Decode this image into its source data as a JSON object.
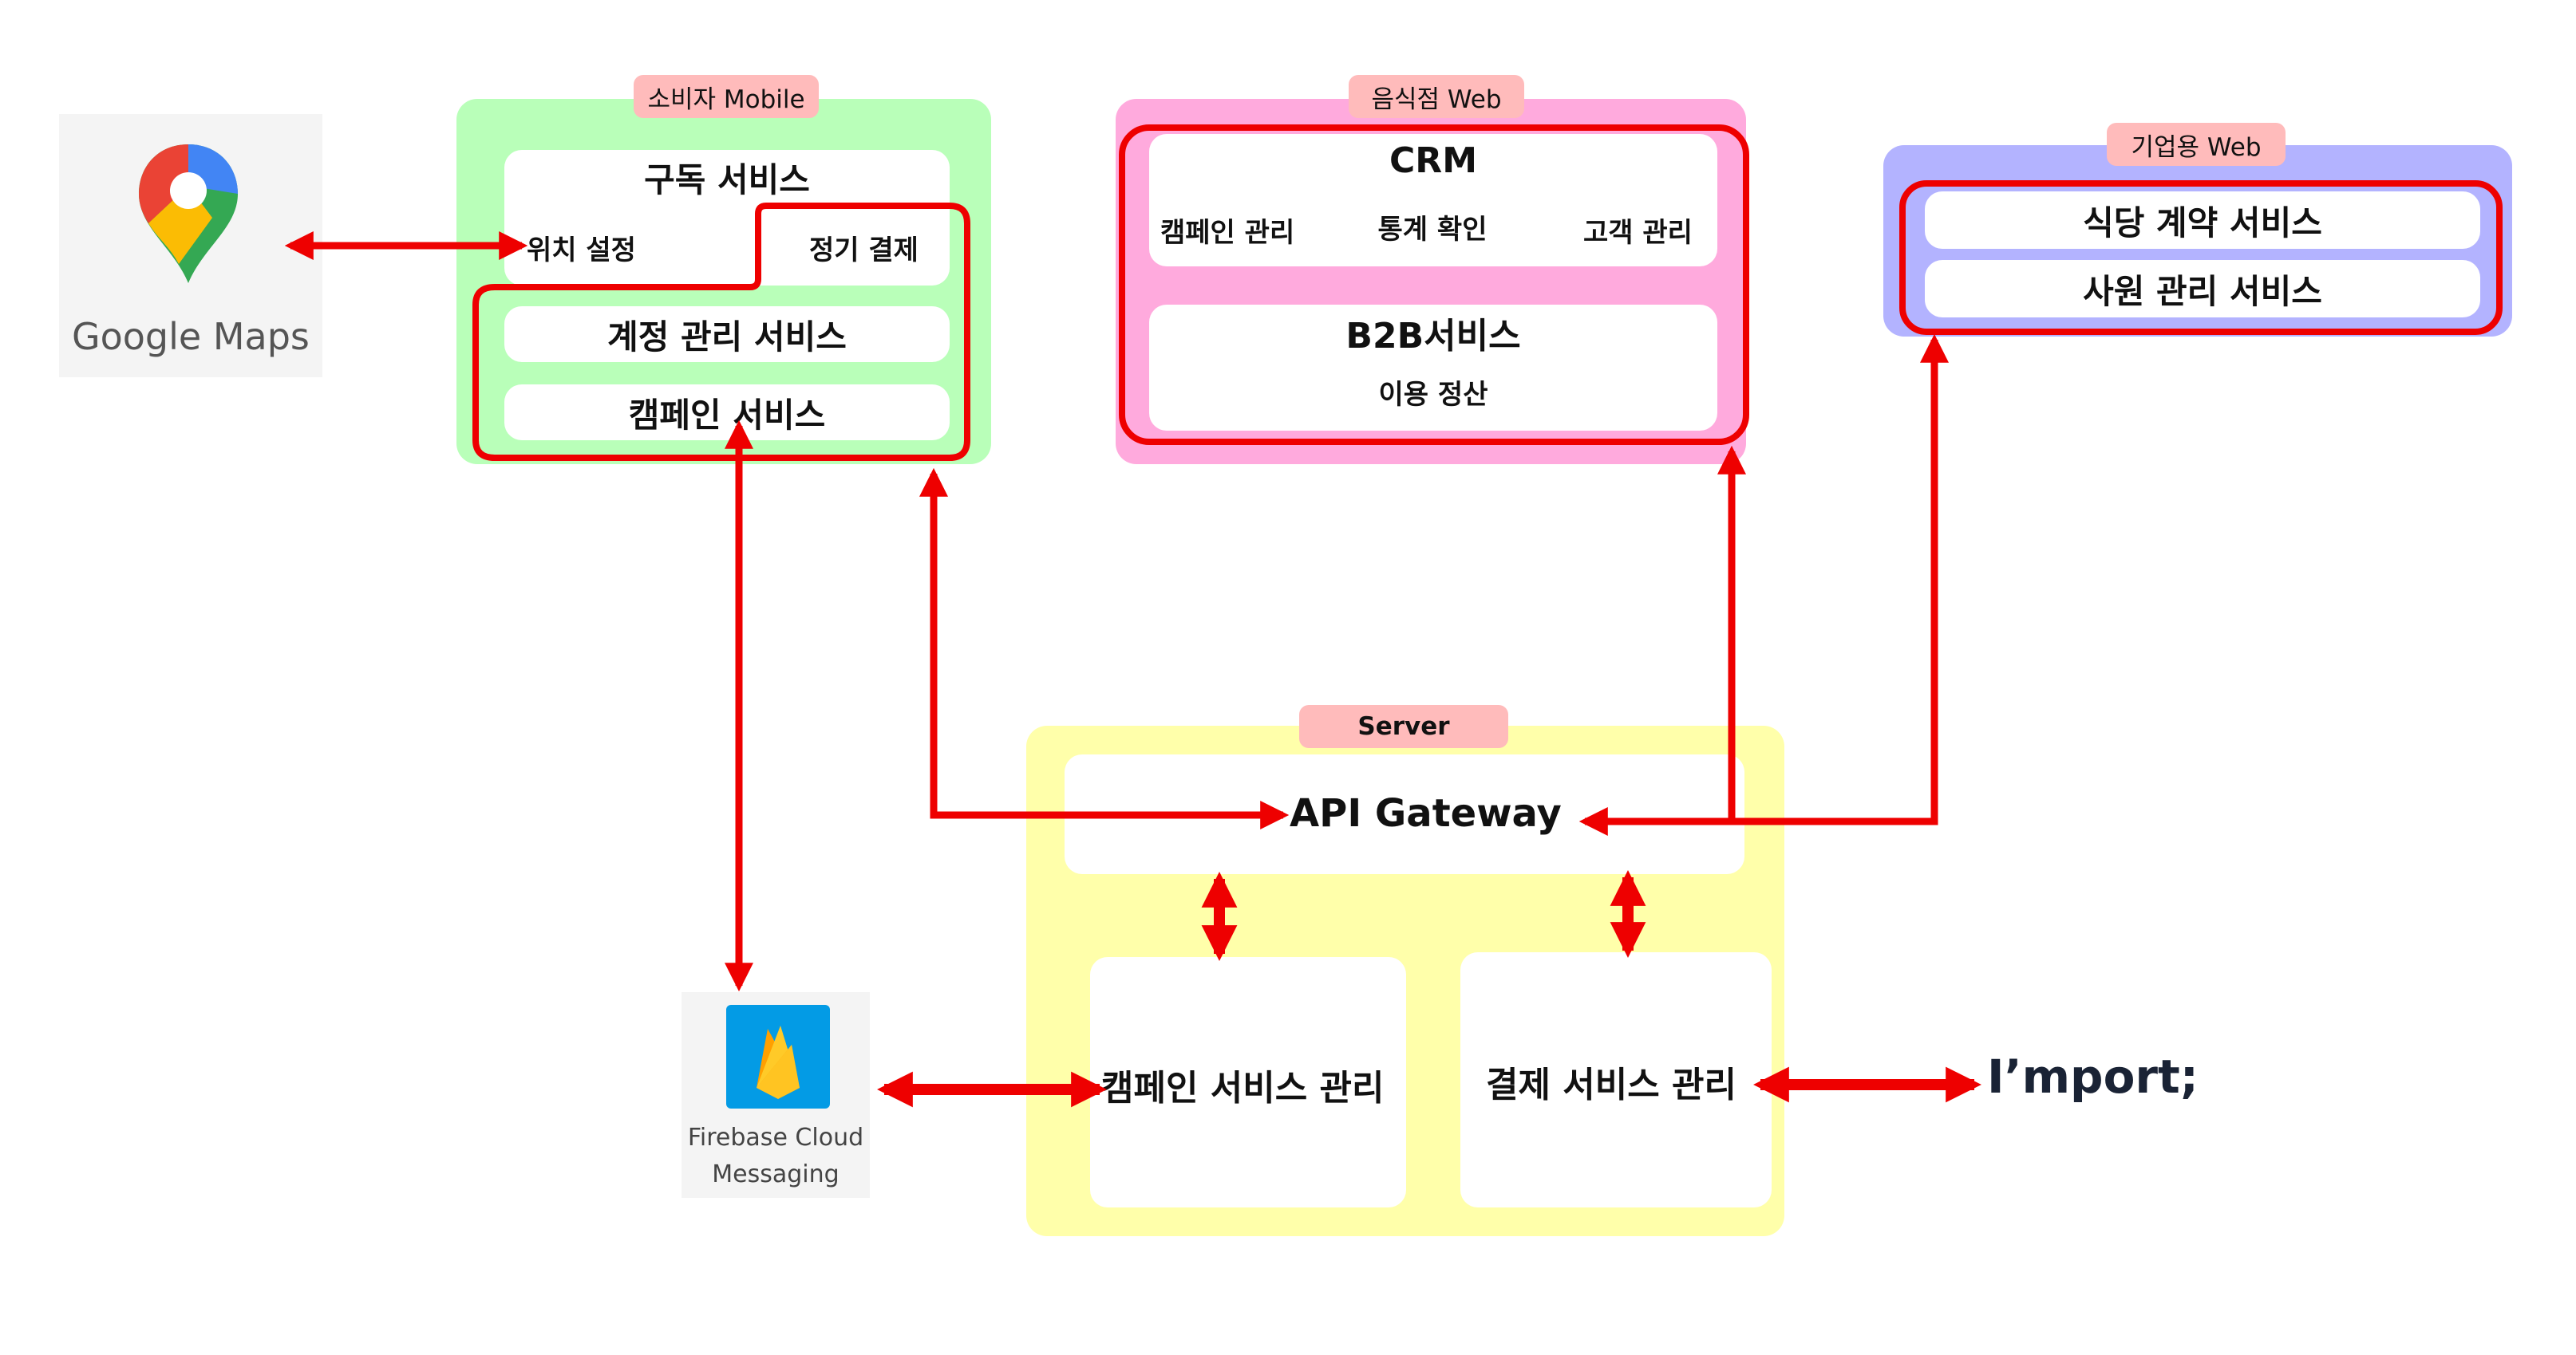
{
  "google_maps": {
    "label": "Google Maps"
  },
  "consumer_mobile": {
    "tag": "소비자 Mobile",
    "subscription_title": "구독 서비스",
    "location_setting": "위치 설정",
    "recurring_payment": "정기 결제",
    "account_service": "계정 관리 서비스",
    "campaign_service": "캠페인 서비스"
  },
  "restaurant_web": {
    "tag": "음식점 Web",
    "crm_title": "CRM",
    "campaign_mgmt": "캠페인 관리",
    "stats": "통계 확인",
    "customer_mgmt": "고객 관리",
    "b2b_title": "B2B서비스",
    "usage_settlement": "이용 정산"
  },
  "enterprise_web": {
    "tag": "기업용 Web",
    "restaurant_contract": "식당 계약 서비스",
    "employee_mgmt": "사원 관리 서비스"
  },
  "server": {
    "tag": "Server",
    "api_gateway": "API Gateway",
    "campaign_service_mgmt": "캠페인 서비스 관리",
    "payment_service_mgmt": "결제 서비스 관리"
  },
  "firebase": {
    "line1": "Firebase Cloud",
    "line2": "Messaging"
  },
  "iamport": {
    "label": "I’mport;"
  },
  "colors": {
    "arrow": "#ee0000",
    "consumer_bg": "#b9ffb9",
    "restaurant_bg": "#ffaadd",
    "enterprise_bg": "#b3b3ff",
    "server_bg": "#ffffaa",
    "tag_bg": "#ffbbbb"
  }
}
